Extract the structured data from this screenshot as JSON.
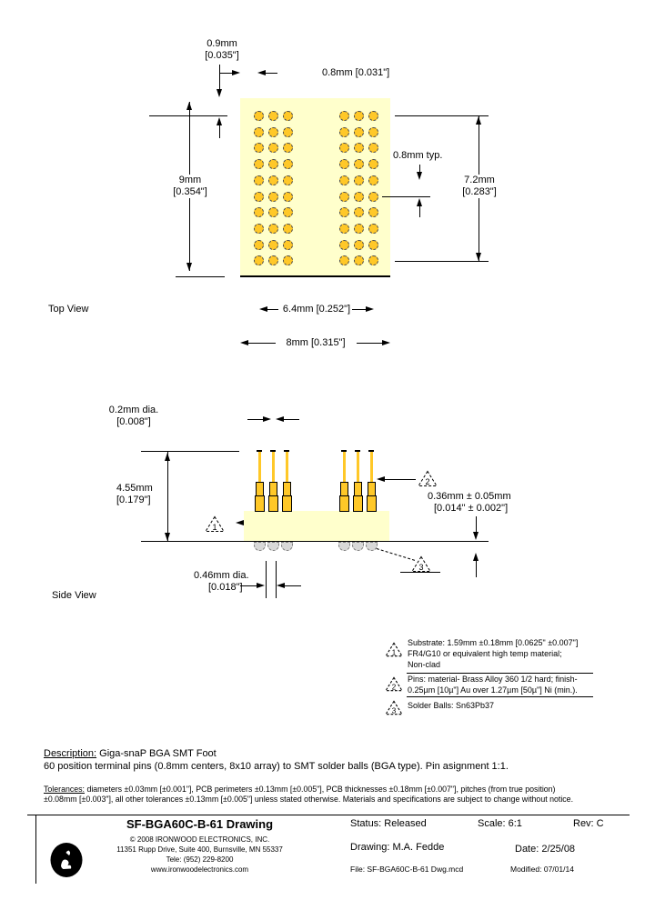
{
  "colors": {
    "board": "#ffffcc",
    "pin_gold": "#ffc828",
    "ball_gray": "#d8d8d8"
  },
  "top_view": {
    "label": "Top View",
    "grid": {
      "rows": 10,
      "cols_per_side": 3,
      "total_pins": 60
    },
    "dim_0_9_a": "0.9mm",
    "dim_0_9_b": "[0.035\"]",
    "dim_0_8": "0.8mm  [0.031\"]",
    "dim_9_a": "9mm",
    "dim_9_b": "[0.354\"]",
    "dim_0_8_typ": "0.8mm typ.",
    "dim_7_2_a": "7.2mm",
    "dim_7_2_b": "[0.283\"]",
    "dim_6_4": "6.4mm  [0.252\"]",
    "dim_8": "8mm  [0.315\"]"
  },
  "side_view": {
    "label": "Side View",
    "pins": 6,
    "dim_0_2_a": "0.2mm dia.",
    "dim_0_2_b": "[0.008\"]",
    "dim_4_55_a": "4.55mm",
    "dim_4_55_b": "[0.179\"]",
    "dim_0_36_a": "0.36mm ± 0.05mm",
    "dim_0_36_b": "[0.014\" ± 0.002\"]",
    "dim_0_46_a": "0.46mm dia.",
    "dim_0_46_b": "[0.018\"]"
  },
  "notes": [
    {
      "marker": "1",
      "lines": [
        "Substrate: 1.59mm ±0.18mm [0.0625\" ±0.007\"]",
        "FR4/G10 or equivalent high temp material;",
        "Non-clad"
      ]
    },
    {
      "marker": "2",
      "lines": [
        "Pins: material- Brass Alloy 360 1/2 hard; finish-",
        "0.25µm [10µ\"] Au over 1.27µm [50µ\"] Ni (min.)."
      ]
    },
    {
      "marker": "3",
      "lines": [
        "Solder Balls: Sn63Pb37"
      ]
    }
  ],
  "description": {
    "label": "Description:",
    "title": "  Giga-snaP BGA SMT Foot",
    "body": "60 position terminal pins (0.8mm centers, 8x10 array) to SMT solder balls (BGA type). Pin asignment 1:1."
  },
  "tolerances": {
    "label": "Tolerances:",
    "line1": " diameters ±0.03mm [±0.001\"], PCB perimeters ±0.13mm [±0.005\"], PCB thicknesses ±0.18mm [±0.007\"], pitches (from true position)",
    "line2": "±0.08mm [±0.003\"], all other tolerances ±0.13mm [±0.005\"] unless stated otherwise.  Materials and specifications are subject to change without notice."
  },
  "title_block": {
    "title": "SF-BGA60C-B-61 Drawing",
    "copyright": "© 2008 IRONWOOD ELECTRONICS, INC.",
    "address": "11351 Rupp Drive, Suite 400, Burnsville, MN 55337",
    "phone": "Tele: (952) 229-8200",
    "website": "www.ironwoodelectronics.com",
    "status": "Status: Released",
    "scale": "Scale: 6:1",
    "rev": "Rev: C",
    "drawing": "Drawing: M.A. Fedde",
    "date": "Date: 2/25/08",
    "modified": "Modified: 07/01/14",
    "file": "File: SF-BGA60C-B-61 Dwg.mcd"
  }
}
